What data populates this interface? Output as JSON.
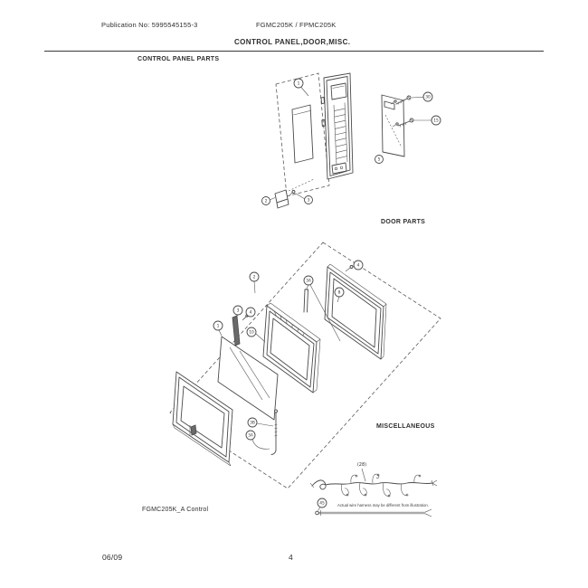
{
  "header": {
    "publication": "Publication No: 5995545155-3",
    "models": "FGMC205K / FPMC205K",
    "title": "CONTROL PANEL,DOOR,MISC."
  },
  "sections": {
    "control_panel_label": "CONTROL PANEL PARTS",
    "door_label": "DOOR PARTS",
    "misc_label": "MISCELLANEOUS"
  },
  "misc": {
    "note": "Actual wire harness may be different from illustration.",
    "harness_callout": "(28)",
    "rod_callout": "45"
  },
  "callouts": {
    "control_panel": [
      "1",
      "30",
      "15",
      "5",
      "2",
      "3"
    ],
    "door": [
      "2",
      "4",
      "8",
      "3A",
      "3",
      "4",
      "1",
      "10",
      "3B",
      "3A"
    ]
  },
  "diagram_label": "FGMC205K_A Control",
  "footer": {
    "date": "06/09",
    "page": "4"
  },
  "colors": {
    "ink": "#2e2e2e",
    "line": "#4a4a4a",
    "page": "#ffffff"
  }
}
